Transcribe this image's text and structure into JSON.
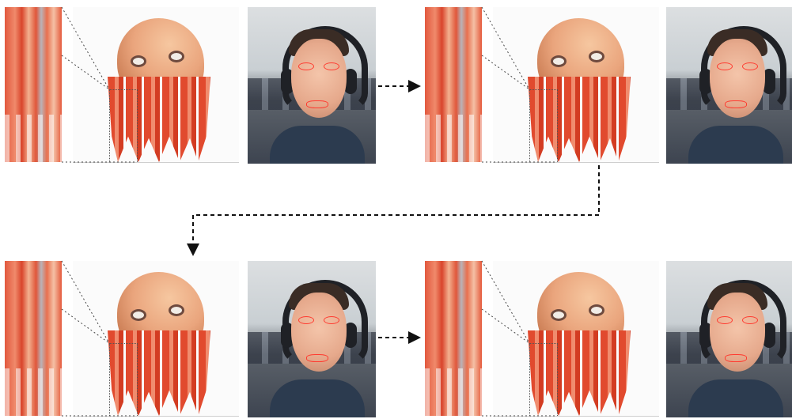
{
  "figure": {
    "panels": [
      {
        "id": "top-left"
      },
      {
        "id": "top-right"
      },
      {
        "id": "bottom-left"
      },
      {
        "id": "bottom-right"
      }
    ]
  },
  "colors": {
    "beard": "#e14a2e",
    "skin": "#eaa57d",
    "tracking_lines": "#ff3b30",
    "arrow": "#111111"
  }
}
